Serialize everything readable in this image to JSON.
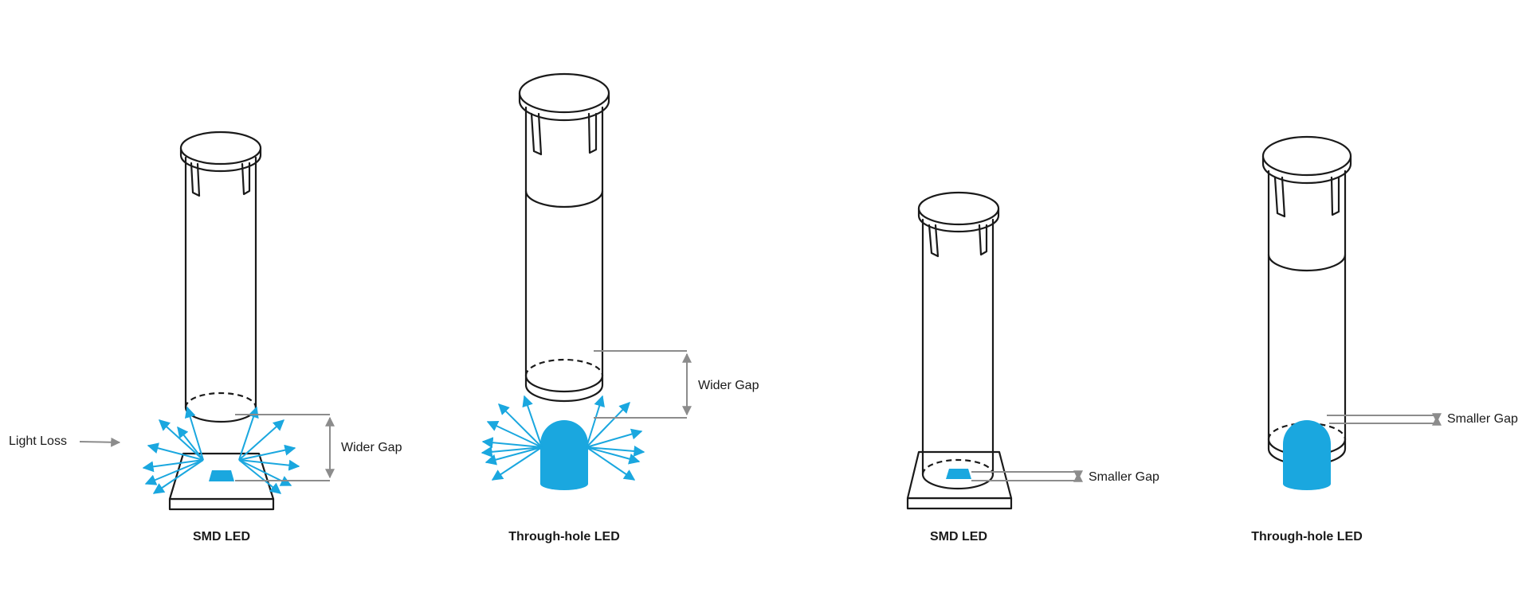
{
  "colors": {
    "led": "#1aa7df",
    "outline": "#1a1a1a",
    "dimension": "#8c8c8c"
  },
  "annotations": {
    "light_loss": "Light Loss",
    "wider_gap_1": "Wider Gap",
    "wider_gap_2": "Wider Gap",
    "smaller_gap_1": "Smaller Gap",
    "smaller_gap_2": "Smaller Gap"
  },
  "captions": {
    "smd_1": "SMD LED",
    "through_hole_1": "Through-hole LED",
    "smd_2": "SMD LED",
    "through_hole_2": "Through-hole LED"
  }
}
